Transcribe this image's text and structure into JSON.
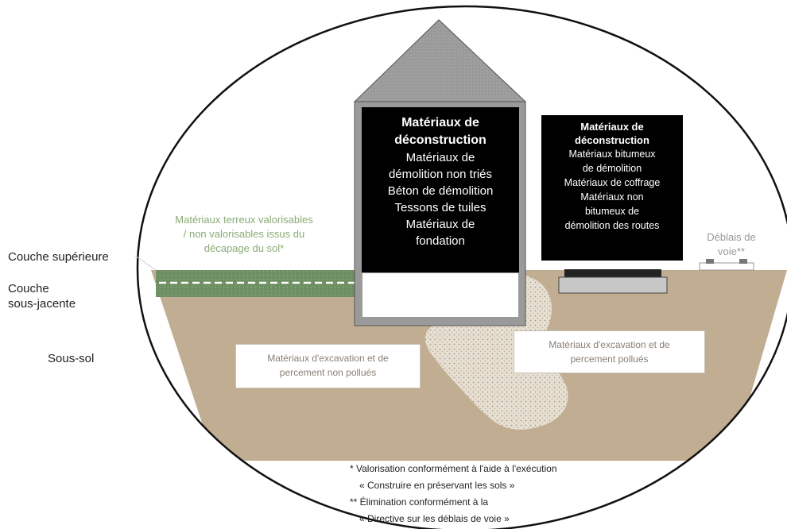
{
  "side_labels": {
    "top_layer": "Couche supérieure",
    "sub_layer_line1": "Couche",
    "sub_layer_line2": "sous-jacente",
    "subsoil": "Sous-sol"
  },
  "topsoil_materials": {
    "line1": "Matériaux terreux valorisables",
    "line2": "/ non valorisables issus du",
    "line3": "décapage du sol*"
  },
  "building_box": {
    "heading_line1": "Matériaux de",
    "heading_line2": "déconstruction",
    "items": [
      "Matériaux de",
      "démolition non triés",
      "Béton de démolition",
      "Tessons de tuiles",
      "Matériaux de",
      "fondation"
    ]
  },
  "road_box": {
    "heading_line1": "Matériaux de",
    "heading_line2": "déconstruction",
    "items": [
      "Matériaux bitumeux",
      "de démolition",
      "Matériaux de coffrage",
      "Matériaux non",
      "bitumeux de",
      "démolition des routes"
    ]
  },
  "track_spoil": {
    "line1": "Déblais de",
    "line2": "voie**"
  },
  "excavation_clean": {
    "line1": "Matériaux d'excavation et de",
    "line2": "percement non pollués"
  },
  "excavation_polluted": {
    "line1": "Matériaux d'excavation et de",
    "line2": "percement pollués"
  },
  "footnotes": [
    "* Valorisation conformément à l'aide à l'exécution",
    "« Construire en préservant les sols »",
    "** Élimination conformément à la",
    "« Directive sur les déblais de voie »"
  ],
  "colors": {
    "soil": "#c0ad92",
    "topsoil": "#6e8f62",
    "roof": "#9a9a9a",
    "box": "#000000",
    "contamination": "#eae3d6"
  }
}
